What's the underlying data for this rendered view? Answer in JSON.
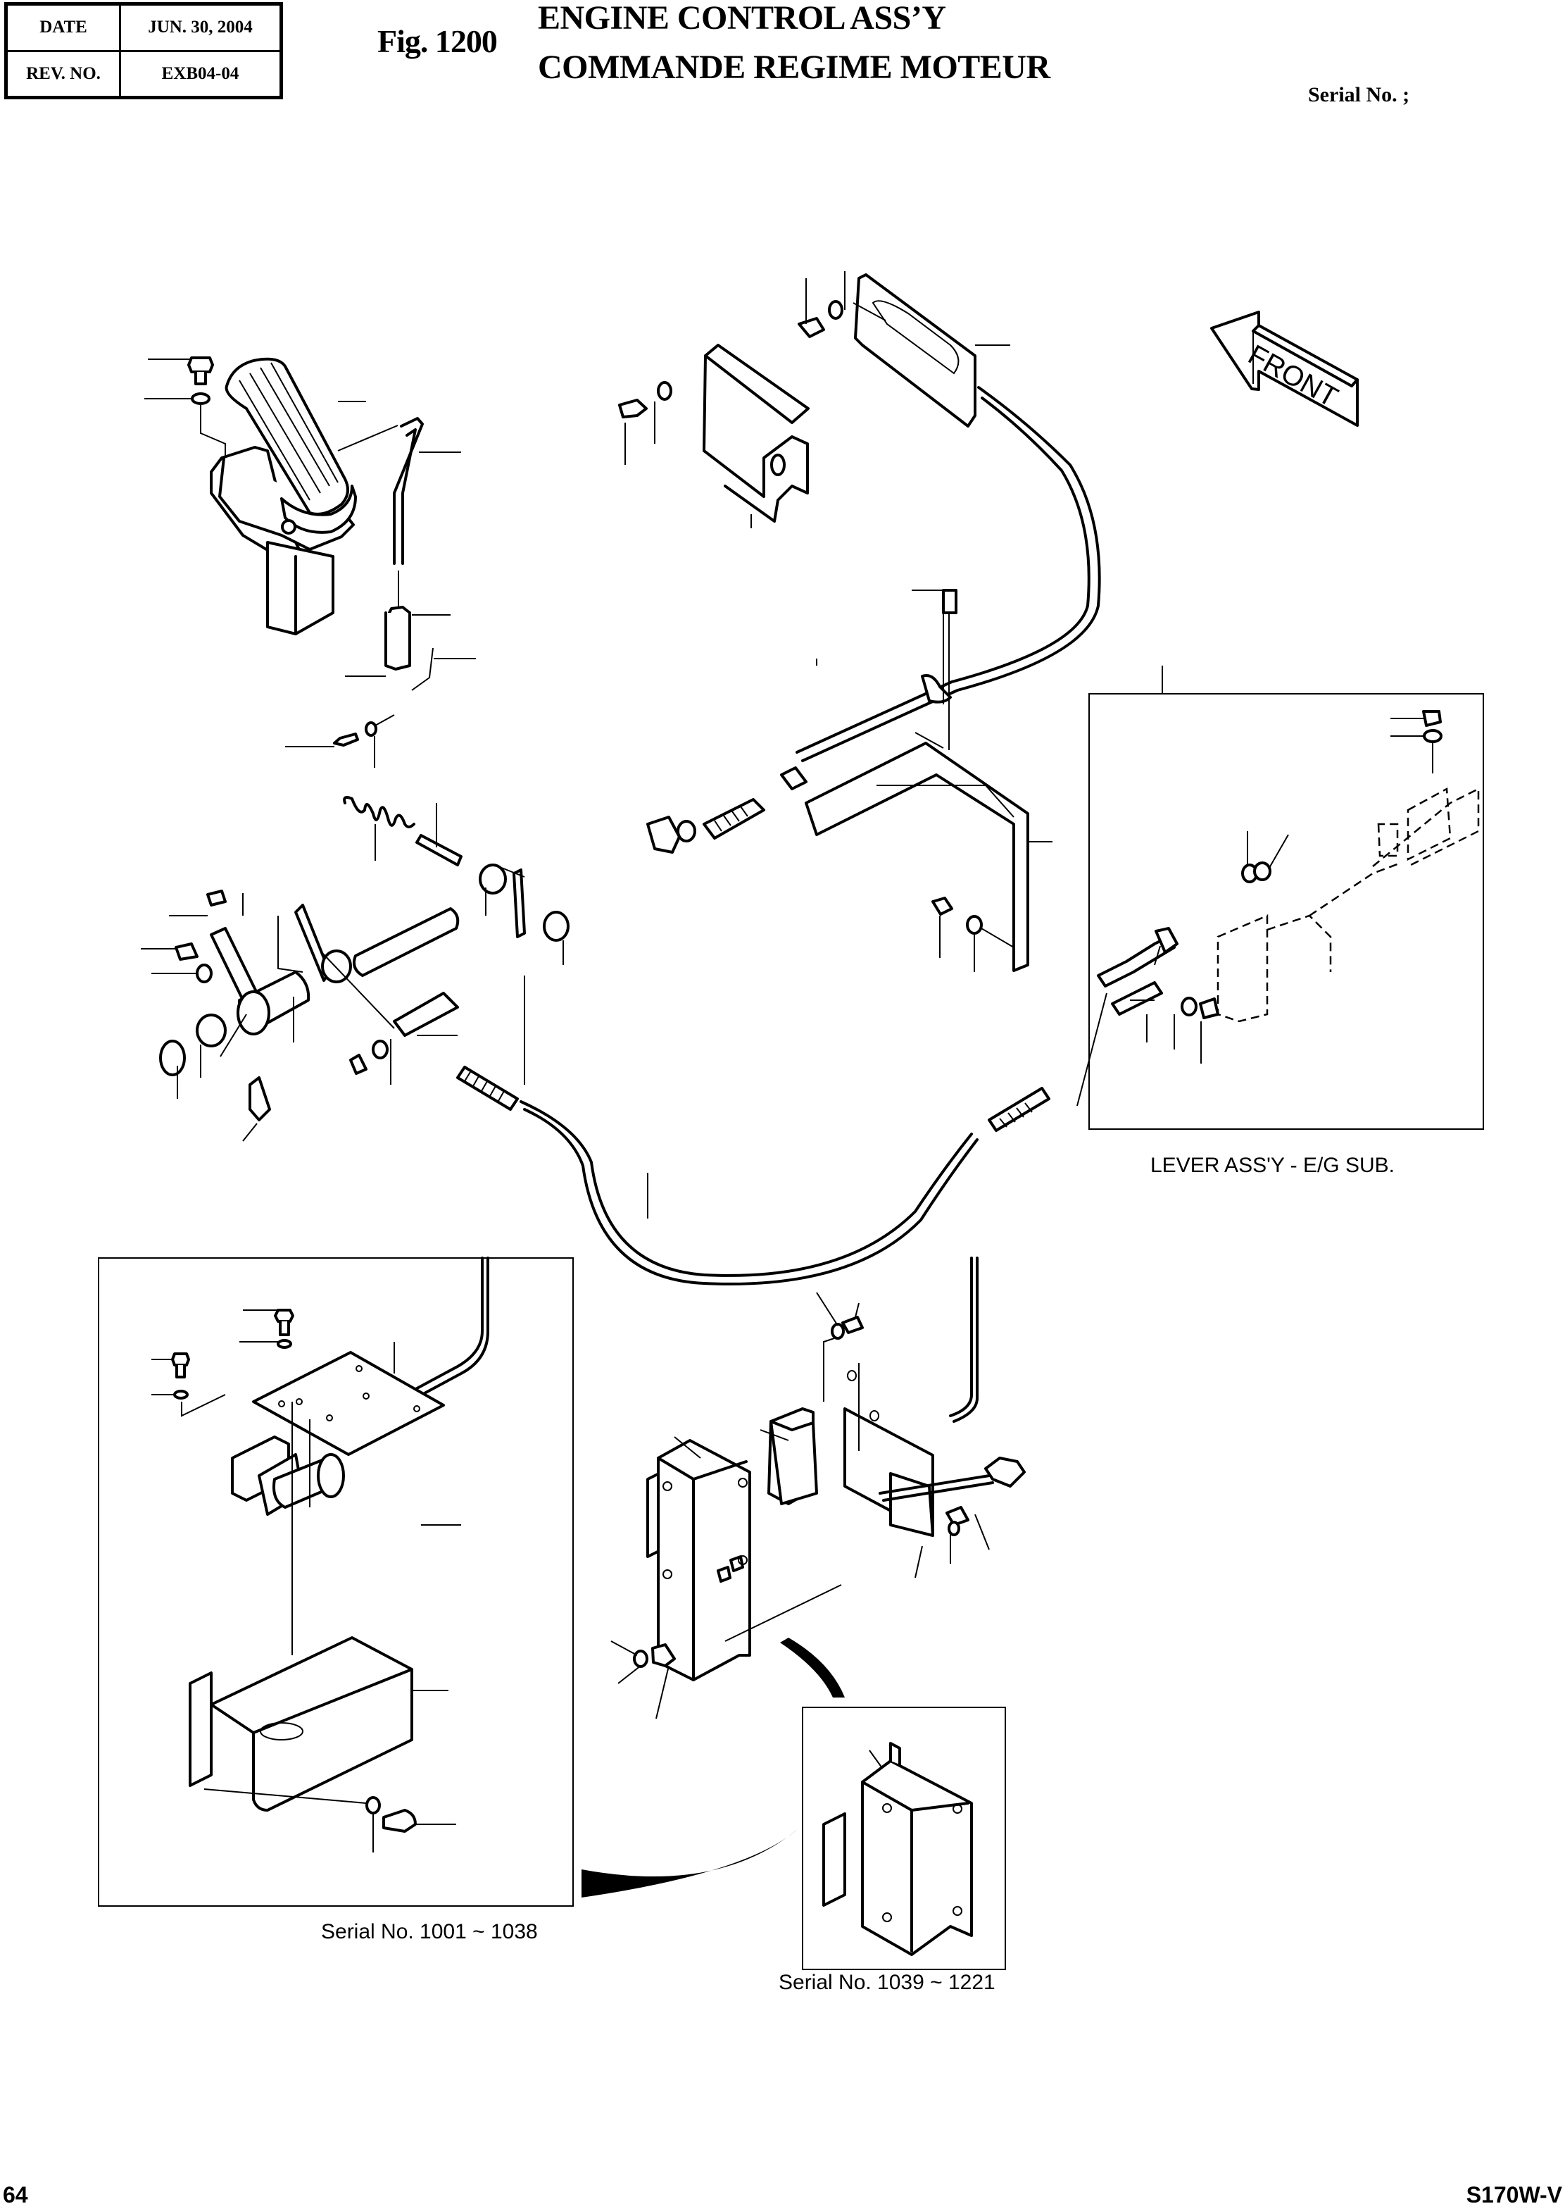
{
  "header": {
    "date_label": "DATE",
    "date_value": "JUN. 30, 2004",
    "rev_label": "REV. NO.",
    "rev_value": "EXB04-04",
    "figure_number": "Fig. 1200",
    "title_en": "ENGINE CONTROL ASS’Y",
    "title_fr": "COMMANDE REGIME MOTEUR",
    "serial_label": "Serial No. ;"
  },
  "illustration": {
    "direction_marker": "FRONT",
    "subassemblies": [
      {
        "label": "LEVER ASS'Y - E/G SUB."
      },
      {
        "label": "Serial No. 1001 ~ 1038"
      },
      {
        "label": "Serial No. 1039 ~ 1221"
      }
    ]
  },
  "footer": {
    "page_number": "64",
    "model": "S170W-V"
  }
}
